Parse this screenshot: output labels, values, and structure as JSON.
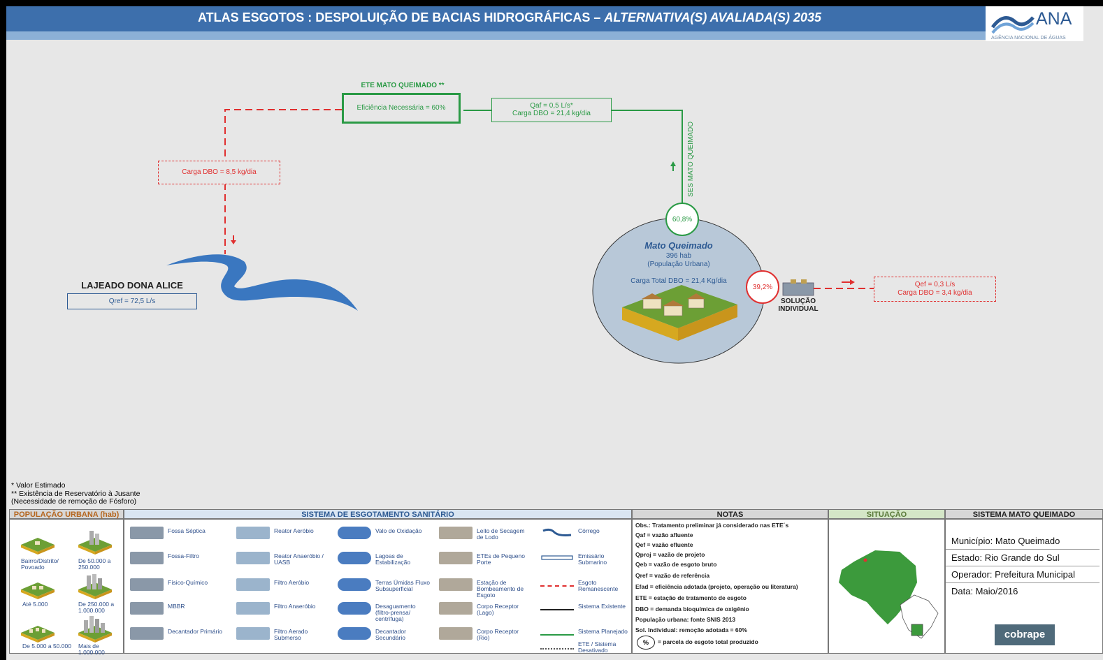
{
  "header": {
    "title_main": "ATLAS ESGOTOS : DESPOLUIÇÃO DE BACIAS HIDROGRÁFICAS – ",
    "title_italic": "ALTERNATIVA(S) AVALIADA(S) 2035",
    "logo_text": "ANA",
    "logo_subtext": "AGÊNCIA NACIONAL DE ÁGUAS"
  },
  "diagram": {
    "ete_title": "ETE MATO QUEIMADO **",
    "ete_efficiency": "Eficiência Necessária  = 60%",
    "inflow_q": "Qaf = 0,5 L/s*",
    "inflow_load": "Carga DBO = 21,4 kg/dia",
    "ses_label": "SES MATO QUEIMADO",
    "discharge_load": "Carga DBO = 8,5 kg/dia",
    "river_name": "LAJEADO DONA ALICE",
    "river_qref": "Qref = 72,5 L/s",
    "city_name": "Mato Queimado",
    "city_pop": "396 hab",
    "city_pop_type": "(População Urbana)",
    "city_total_load": "Carga Total DBO = 21,4 Kg/dia",
    "pct_collected": "60,8%",
    "pct_individual": "39,2%",
    "individual_label_1": "SOLUÇÃO",
    "individual_label_2": "INDIVIDUAL",
    "individual_q": "Qef = 0,3 L/s",
    "individual_load": "Carga DBO = 3,4 kg/dia"
  },
  "footnotes": [
    "* Valor Estimado",
    "** Existência de Reservatório à Jusante",
    "(Necessidade de remoção de Fósforo)"
  ],
  "panels": {
    "population_title": "POPULAÇÃO URBANA (hab)",
    "population_items": [
      "Bairro/Distrito/ Povoado",
      "De 50.000 a 250.000",
      "Até 5.000",
      "De 250.000 a 1.000.000",
      "De 5.000 a 50.000",
      "Mais de 1.000.000"
    ],
    "system_title": "SISTEMA DE ESGOTAMENTO SANITÁRIO",
    "system_items": [
      "Fossa Séptica",
      "Reator Aeróbio",
      "Valo de Oxidação",
      "Leito de Secagem de Lodo",
      "Córrego",
      "Fossa-Filtro",
      "Reator Anaeróbio / UASB",
      "Lagoas de Estabilização",
      "ETEs de Pequeno Porte",
      "Emissário Submarino",
      "Físico-Químico",
      "Filtro Aeróbio",
      "Terras Úmidas Fluxo Subsuperficial",
      "Estação de Bombeamento de Esgoto",
      "Esgoto Remanescente",
      "MBBR",
      "Filtro Anaeróbio",
      "Desaguamento (filtro-prensa/ centrífuga)",
      "Corpo Receptor (Lago)",
      "Sistema Existente",
      "Decantador Primário",
      "Filtro Aerado Submerso",
      "Decantador Secundário",
      "Corpo Receptor (Rio)",
      "Sistema Planejado",
      "ETE / Sistema Desativado"
    ],
    "notes_title": "NOTAS",
    "notes": [
      "Obs.: Tratamento preliminar já considerado nas ETE´s",
      "Qaf = vazão afluente",
      "Qef = vazão efluente",
      "Qproj = vazão de projeto",
      "Qeb = vazão de esgoto bruto",
      "Qref = vazão de referência",
      "Efad = eficiência adotada (projeto, operação ou literatura)",
      "ETE = estação de tratamento de esgoto",
      "DBO = demanda bioquímica de oxigênio",
      "População urbana: fonte SNIS 2013",
      "Sol. Individual: remoção adotada = 60%",
      "= parcela do esgoto total produzido"
    ],
    "notes_pct_symbol": "%",
    "situation_title": "SITUAÇÃO",
    "info_title": "SISTEMA MATO QUEIMADO",
    "info": {
      "municipio": "Município: Mato Queimado",
      "estado": "Estado: Rio Grande do Sul",
      "operador": "Operador: Prefeitura Municipal",
      "data": "Data: Maio/2016"
    },
    "brand": "cobrape"
  },
  "colors": {
    "header_blue": "#3d6fac",
    "planned_green": "#2a9a45",
    "remaining_red": "#e03030",
    "river_blue": "#3a77c0"
  }
}
